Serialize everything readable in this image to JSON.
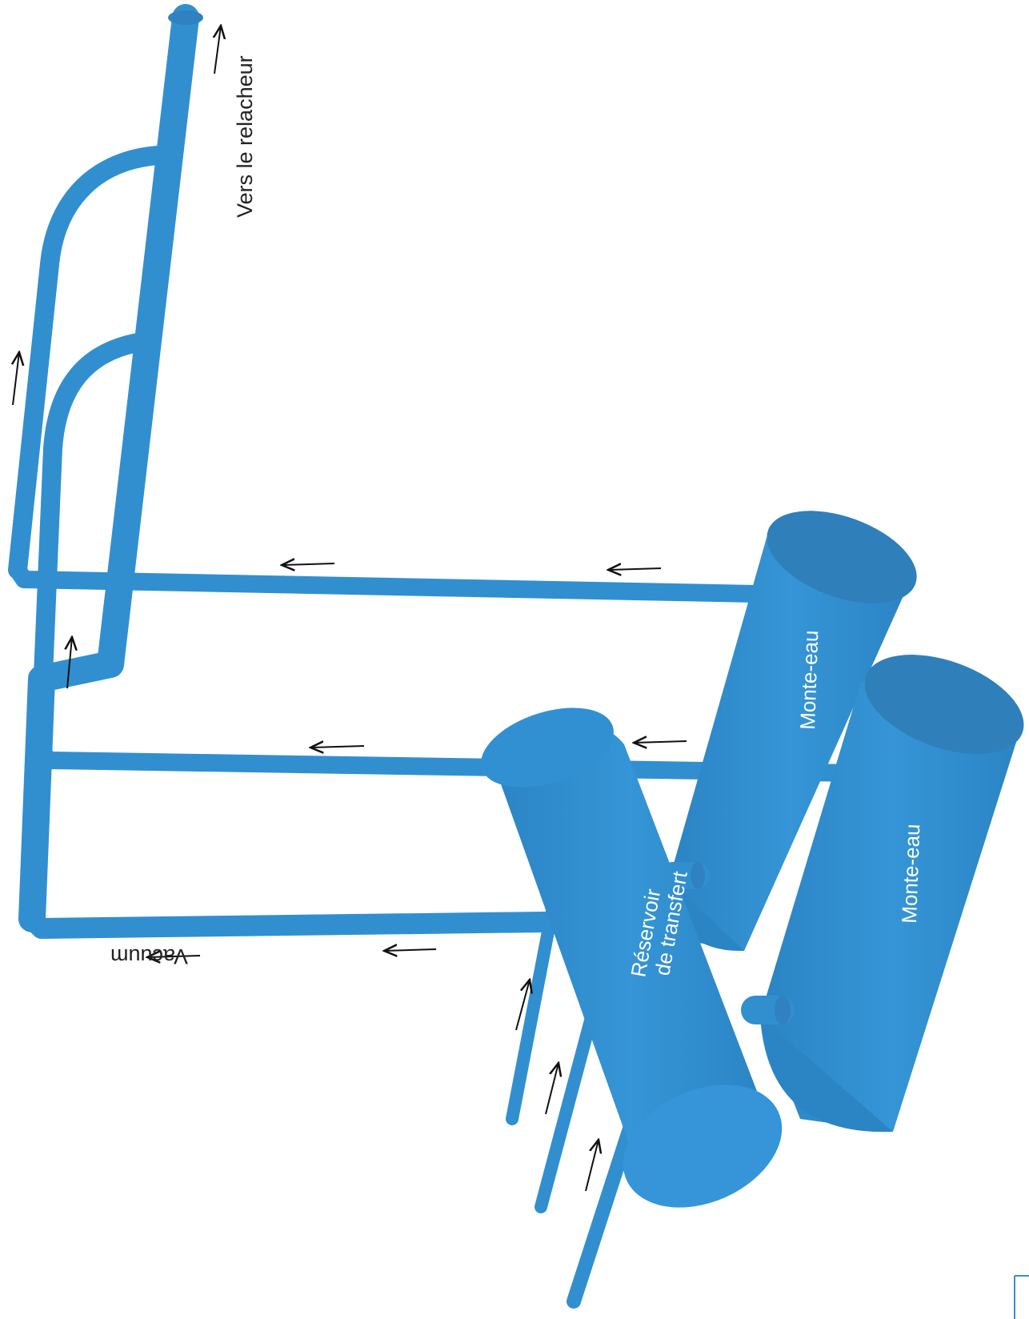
{
  "labels": {
    "relacheur": "Vers le relacheur",
    "vacuum": "Vacuum",
    "monte_eau_1": "Monte-eau",
    "monte_eau_2": "Monte-eau",
    "reservoir_line1": "Réservoir",
    "reservoir_line2": "de transfert"
  },
  "colors": {
    "pipe": "#318fd0",
    "pipe_shadow": "#2a7cb8",
    "tank_top": "#2f80bd",
    "tank_body": "#3291d2",
    "arrow": "#111111",
    "text_dark": "#222222",
    "text_light": "#ffffff"
  },
  "flow_arrow_icon": "arrow-icon"
}
